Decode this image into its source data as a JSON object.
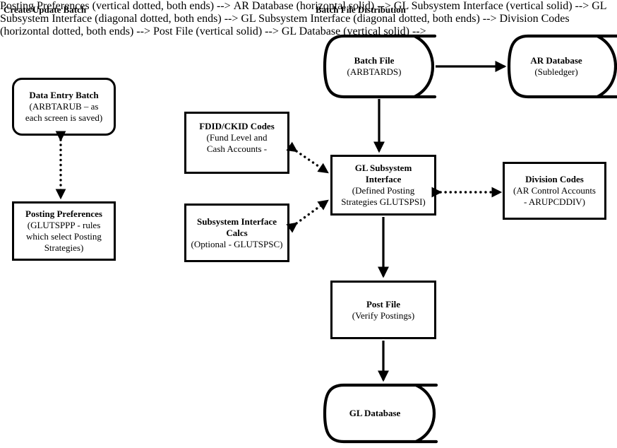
{
  "headings": {
    "left": "Create/Update Batch",
    "right": "Batch File Distribution"
  },
  "colors": {
    "stroke": "#000000",
    "background": "#ffffff",
    "text": "#000000"
  },
  "nodes": {
    "data_entry_batch": {
      "title": "Data Entry Batch",
      "sub_line1": "(ARBTARUB – as",
      "sub_line2": "each screen is saved)",
      "shape": "rounded-rectangle"
    },
    "posting_preferences": {
      "title": "Posting Preferences",
      "sub_line1": "(GLUTSPPP - rules",
      "sub_line2": "which select Posting",
      "sub_line3": "Strategies)",
      "shape": "rectangle"
    },
    "fdid_ckid_codes": {
      "title": "FDID/CKID Codes",
      "sub_line1": "(Fund Level and",
      "sub_line2": "Cash Accounts -",
      "shape": "rectangle"
    },
    "subsystem_interface_calcs": {
      "title_line1": "Subsystem Interface",
      "title_line2": "Calcs",
      "sub_line1": "(Optional - GLUTSPSC)",
      "shape": "rectangle"
    },
    "gl_subsystem_interface": {
      "title_line1": "GL Subsystem",
      "title_line2": "Interface",
      "sub_line1": "(Defined Posting",
      "sub_line2": "Strategies GLUTSPSI)",
      "shape": "rectangle"
    },
    "division_codes": {
      "title": "Division Codes",
      "sub_line1": "(AR Control Accounts",
      "sub_line2": "- ARUPCDDIV)",
      "shape": "rectangle"
    },
    "batch_file": {
      "title": "Batch File",
      "sub_line1": "(ARBTARDS)",
      "shape": "cylinder"
    },
    "ar_database": {
      "title": "AR Database",
      "sub_line1": "(Subledger)",
      "shape": "cylinder"
    },
    "post_file": {
      "title": "Post File",
      "sub_line1": "(Verify Postings)",
      "shape": "rectangle"
    },
    "gl_database": {
      "title": "GL Database",
      "sub_line1": "",
      "shape": "cylinder"
    }
  },
  "connectors": [
    {
      "id": "data-entry-to-posting-preferences",
      "style": "dotted",
      "arrows": "both",
      "orientation": "vertical"
    },
    {
      "id": "batch-file-to-ar-database",
      "style": "solid",
      "arrows": "end",
      "orientation": "horizontal"
    },
    {
      "id": "batch-file-to-gl-subsystem-interface",
      "style": "solid",
      "arrows": "end",
      "orientation": "vertical"
    },
    {
      "id": "fdid-ckid-to-gl-subsystem-interface",
      "style": "dotted",
      "arrows": "both",
      "orientation": "diagonal"
    },
    {
      "id": "subsystem-calcs-to-gl-subsystem-interface",
      "style": "dotted",
      "arrows": "both",
      "orientation": "diagonal"
    },
    {
      "id": "gl-subsystem-interface-to-division-codes",
      "style": "dotted",
      "arrows": "both",
      "orientation": "horizontal"
    },
    {
      "id": "gl-subsystem-interface-to-post-file",
      "style": "solid",
      "arrows": "end",
      "orientation": "vertical"
    },
    {
      "id": "post-file-to-gl-database",
      "style": "solid",
      "arrows": "end",
      "orientation": "vertical"
    }
  ]
}
